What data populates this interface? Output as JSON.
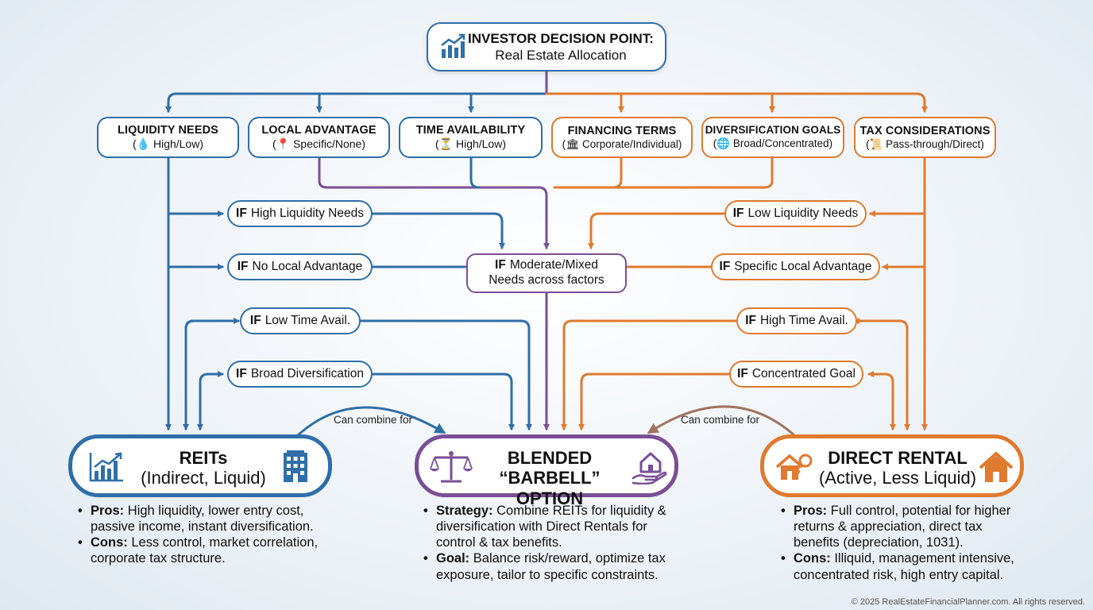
{
  "root": {
    "title": "INVESTOR DECISION POINT:",
    "subtitle": "Real Estate Allocation",
    "icon": "growth-chart-icon"
  },
  "factors": [
    {
      "title": "LIQUIDITY NEEDS",
      "sub": "(💧 High/Low)",
      "color": "#2f6ea8"
    },
    {
      "title": "LOCAL ADVANTAGE",
      "sub": "(📍 Specific/None)",
      "color": "#2f6ea8"
    },
    {
      "title": "TIME AVAILABILITY",
      "sub": "(⏳ High/Low)",
      "color": "#2f6ea8"
    },
    {
      "title": "FINANCING TERMS",
      "sub": "(🏛 Corporate/Individual)",
      "color": "#e07a2e"
    },
    {
      "title": "DIVERSIFICATION GOALS",
      "sub": "(🌐 Broad/Concentrated)",
      "color": "#e07a2e"
    },
    {
      "title": "TAX CONSIDERATIONS",
      "sub": "(📜 Pass-through/Direct)",
      "color": "#e07a2e"
    }
  ],
  "conditions": {
    "if_word": "IF",
    "left": [
      "High Liquidity Needs",
      "No Local Advantage",
      "Low Time Avail.",
      "Broad Diversification"
    ],
    "right": [
      "Low Liquidity Needs",
      "Specific Local Advantage",
      "High Time Avail.",
      "Concentrated Goal"
    ],
    "center": [
      "Moderate/Mixed",
      "Needs across factors"
    ]
  },
  "outcomes": {
    "reits": {
      "title": "REITs",
      "subtitle": "(Indirect, Liquid)",
      "bullets": [
        {
          "label": "Pros:",
          "text": "High liquidity, lower entry cost, passive income, instant diversification."
        },
        {
          "label": "Cons:",
          "text": "Less control, market correlation, corporate tax structure."
        }
      ]
    },
    "blended": {
      "title": "BLENDED",
      "subtitle": "“BARBELL” OPTION",
      "bullets": [
        {
          "label": "Strategy:",
          "text": "Combine REITs for liquidity & diversification with Direct Rentals for control & tax benefits."
        },
        {
          "label": "Goal:",
          "text": "Balance risk/reward, optimize tax exposure, tailor to specific constraints."
        }
      ]
    },
    "direct": {
      "title": "DIRECT RENTAL",
      "subtitle": "(Active, Less Liquid)",
      "bullets": [
        {
          "label": "Pros:",
          "text": "Full control, potential for higher returns & appreciation, direct tax benefits (depreciation, 1031)."
        },
        {
          "label": "Cons:",
          "text": "Illiquid, management intensive, concentrated risk, high entry capital."
        }
      ]
    }
  },
  "combine_label": "Can combine for",
  "footer": "© 2025 RealEstateFinancialPlanner.com. All rights reserved.",
  "colors": {
    "blue": "#2f6ea8",
    "orange": "#e07a2e",
    "purple": "#7a4f96"
  }
}
